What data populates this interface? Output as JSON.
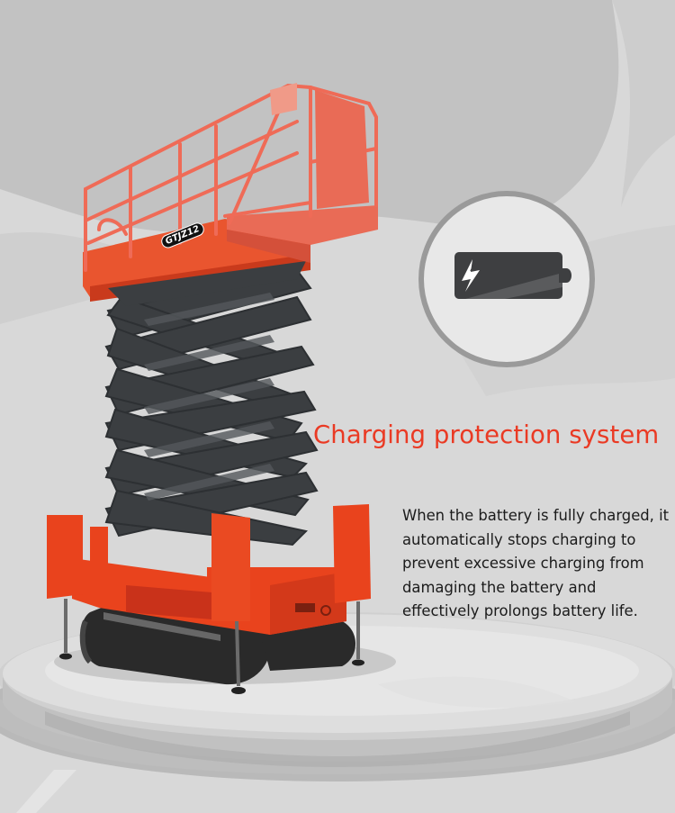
{
  "feature": {
    "title": "Charging protection system",
    "description": "When the battery is fully charged, it automatically stops charging to prevent excessive charging from damaging the battery and effectively prolongs battery life."
  },
  "product": {
    "model_label": "GTJZ12",
    "type": "crawler scissor lift",
    "body_color": "#e9431d",
    "rail_color": "#ef6b57",
    "scissor_color": "#3b3e41"
  },
  "icon": {
    "name": "battery-charging-icon",
    "badge_bg": "#e8e8e8",
    "badge_ring": "#9a9a9a",
    "battery_color": "#3e3f41"
  },
  "colors": {
    "title_accent": "#ea3a24",
    "text": "#1b1b1b",
    "background": "#d9d9d9"
  }
}
